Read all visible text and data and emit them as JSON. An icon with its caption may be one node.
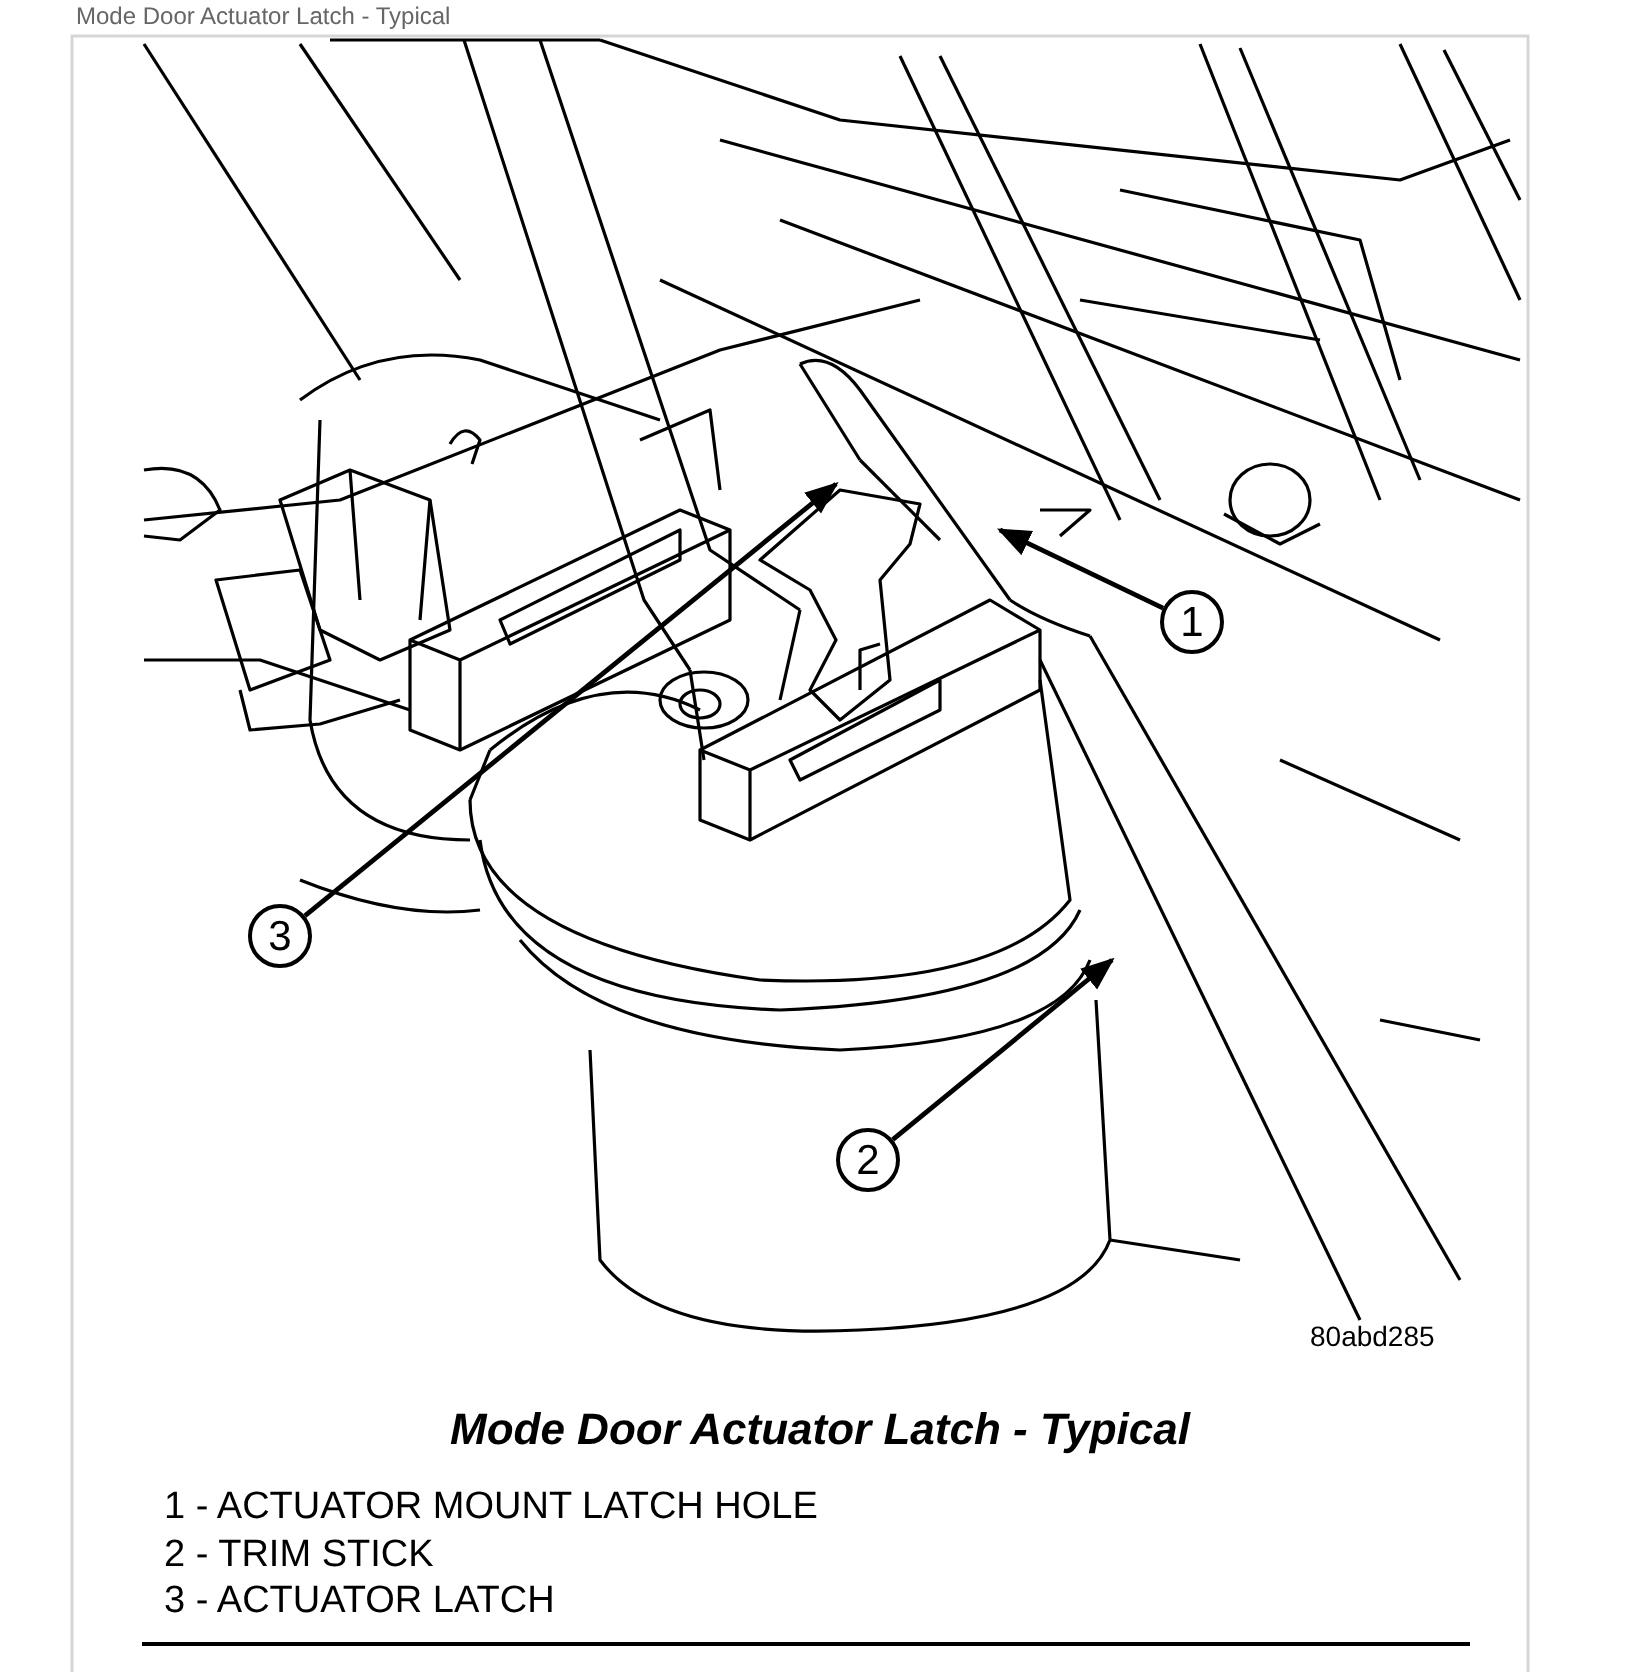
{
  "diagram": {
    "title": "Mode Door Actuator Latch - Typical",
    "nodes": [
      {
        "text": [
          "1"
        ]
      },
      {
        "text": [
          "2"
        ]
      },
      {
        "text": [
          "3"
        ]
      }
    ],
    "edges": [
      {
        "from": 0,
        "to": null,
        "arrow": "to"
      },
      {
        "from": 1,
        "to": null,
        "arrow": "to"
      },
      {
        "from": 2,
        "to": null,
        "arrow": "to"
      }
    ],
    "labels": [
      "Mode Door Actuator Latch - Typical",
      "80abd285",
      "1 - ACTUATOR MOUNT LATCH HOLE",
      "2 - TRIM STICK",
      "3 - ACTUATOR LATCH"
    ]
  }
}
